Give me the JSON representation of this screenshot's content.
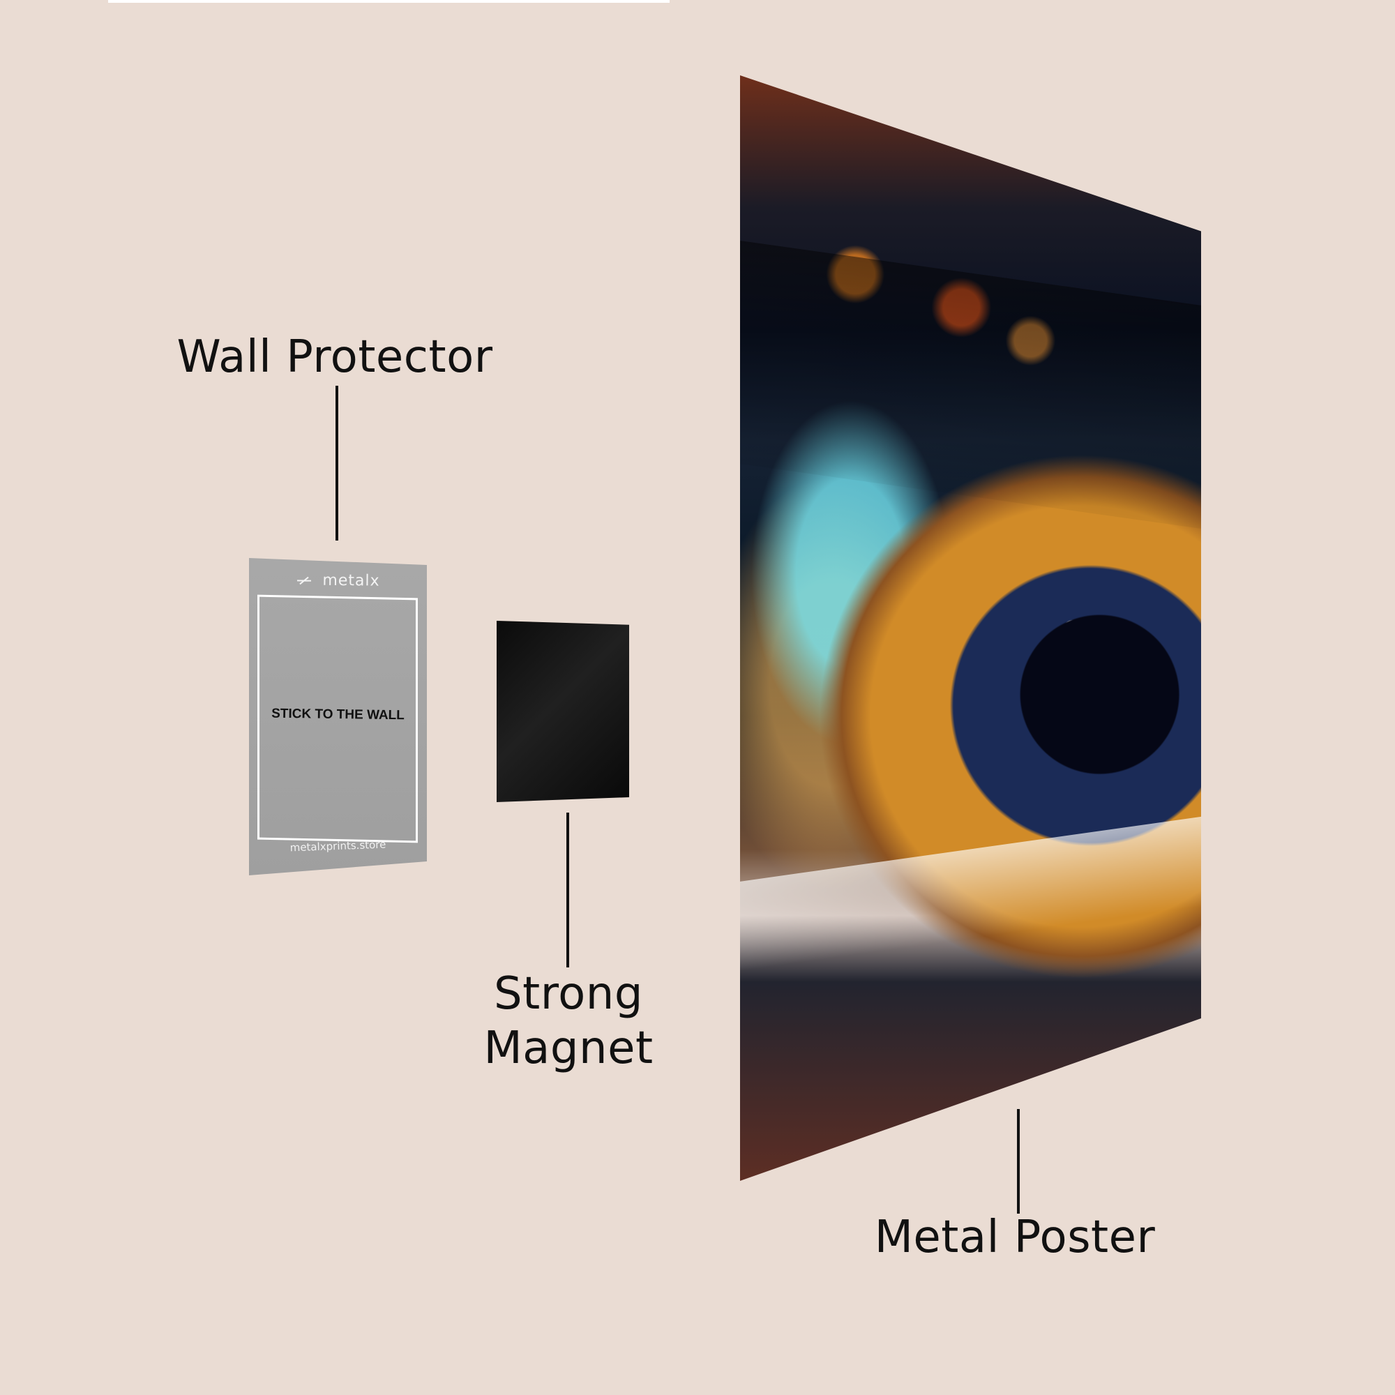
{
  "background_color": "#eadcd3",
  "labels": {
    "wall_protector": "Wall Protector",
    "strong_magnet_line1": "Strong",
    "strong_magnet_line2": "Magnet",
    "metal_poster": "Metal Poster"
  },
  "protector": {
    "brand": "metalx",
    "instruction": "STICK TO THE WALL",
    "url": "metalxprints.store"
  },
  "icons": {
    "logo_mark": "metalx-logo-icon",
    "poster_art": "eye-art-icon"
  }
}
